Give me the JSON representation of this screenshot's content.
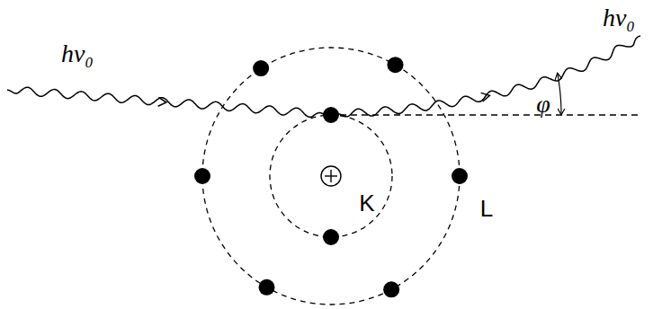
{
  "diagram": {
    "labels": [
      "hν₀",
      "hν₀",
      "φ",
      "K",
      "L"
    ]
  }
}
